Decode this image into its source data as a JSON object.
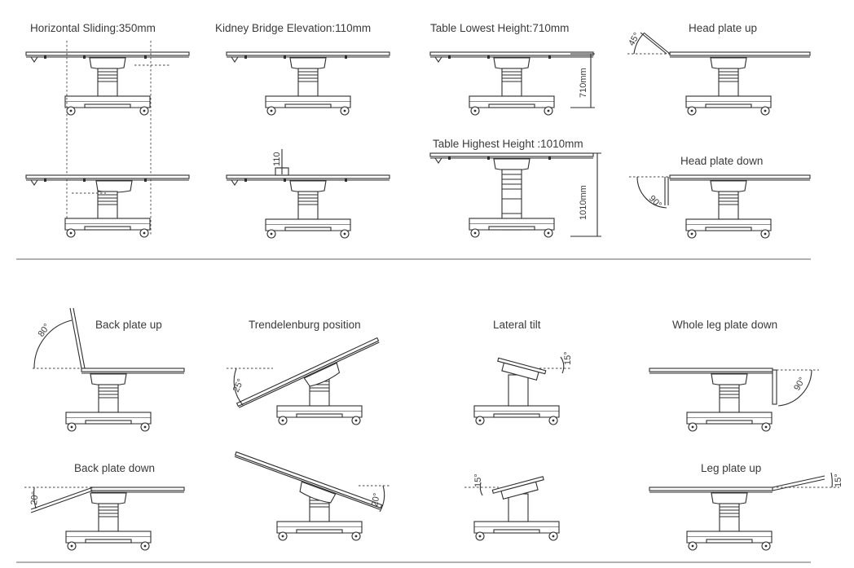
{
  "labels": {
    "horizontal_sliding": "Horizontal Sliding:350mm",
    "kidney_bridge": "Kidney Bridge Elevation:110mm",
    "lowest_height": "Table Lowest Height:710mm",
    "head_plate_up": "Head plate up",
    "highest_height": "Table Highest Height :1010mm",
    "head_plate_down": "Head plate down",
    "back_plate_up": "Back plate up",
    "trendelenburg": "Trendelenburg position",
    "lateral_tilt": "Lateral tilt",
    "whole_leg_plate_down": "Whole leg plate down",
    "back_plate_down": "Back plate down",
    "leg_plate_up": "Leg plate up"
  },
  "dimensions": {
    "h710": "710mm",
    "h1010": "1010mm",
    "kidney_110": "110"
  },
  "angles": {
    "head_up": "45°",
    "head_down": "90°",
    "back_up": "80°",
    "trend_left": "25°",
    "lateral_top": "15°",
    "whole_leg_down": "90°",
    "back_down": "20°",
    "trend_right": "20°",
    "lateral_bottom": "15°",
    "leg_up": "15°"
  }
}
